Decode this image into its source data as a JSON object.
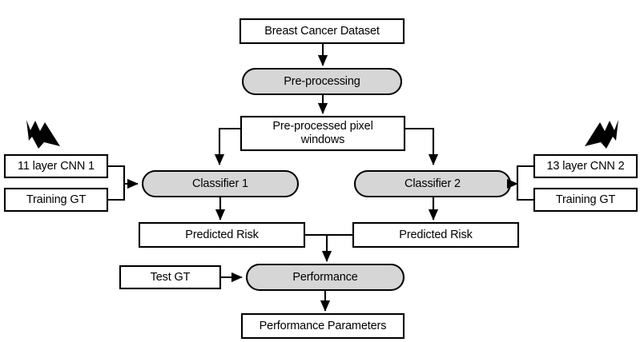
{
  "diagram": {
    "title": "Breast cancer risk prediction CNN pipeline flowchart",
    "colors": {
      "process_fill": "#d6d6d6",
      "box_fill": "#ffffff",
      "stroke": "#000000",
      "background": "#ffffff"
    },
    "nodes": [
      {
        "id": "dataset",
        "label": "Breast Cancer Dataset",
        "shape": "rect",
        "fill": "#ffffff"
      },
      {
        "id": "preprocessing",
        "label": "Pre-processing",
        "shape": "stadium",
        "fill": "#d6d6d6"
      },
      {
        "id": "pixel_windows",
        "label": "Pre-processed pixel\nwindows",
        "shape": "rect",
        "fill": "#ffffff"
      },
      {
        "id": "cnn1",
        "label": "11 layer CNN 1",
        "shape": "rect",
        "fill": "#ffffff"
      },
      {
        "id": "training_gt_1",
        "label": "Training GT",
        "shape": "rect",
        "fill": "#ffffff"
      },
      {
        "id": "cnn2",
        "label": "13 layer CNN 2",
        "shape": "rect",
        "fill": "#ffffff"
      },
      {
        "id": "training_gt_2",
        "label": "Training GT",
        "shape": "rect",
        "fill": "#ffffff"
      },
      {
        "id": "classifier1",
        "label": "Classifier 1",
        "shape": "stadium",
        "fill": "#d6d6d6"
      },
      {
        "id": "classifier2",
        "label": "Classifier 2",
        "shape": "stadium",
        "fill": "#d6d6d6"
      },
      {
        "id": "predicted_risk_1",
        "label": "Predicted Risk",
        "shape": "rect",
        "fill": "#ffffff"
      },
      {
        "id": "predicted_risk_2",
        "label": "Predicted Risk",
        "shape": "rect",
        "fill": "#ffffff"
      },
      {
        "id": "test_gt",
        "label": "Test GT",
        "shape": "rect",
        "fill": "#ffffff"
      },
      {
        "id": "performance",
        "label": "Performance",
        "shape": "stadium",
        "fill": "#d6d6d6"
      },
      {
        "id": "performance_parameters",
        "label": "Performance Parameters",
        "shape": "rect",
        "fill": "#ffffff"
      }
    ],
    "annotations": [
      {
        "id": "pointer-left",
        "name": "cursor-arrow-icon",
        "direction": "down-right"
      },
      {
        "id": "pointer-right",
        "name": "cursor-arrow-icon",
        "direction": "down-left"
      }
    ],
    "edges": [
      {
        "from": "dataset",
        "to": "preprocessing"
      },
      {
        "from": "preprocessing",
        "to": "pixel_windows"
      },
      {
        "from": "pixel_windows",
        "to": "classifier1"
      },
      {
        "from": "pixel_windows",
        "to": "classifier2"
      },
      {
        "from": "cnn1",
        "to": "classifier1"
      },
      {
        "from": "training_gt_1",
        "to": "classifier1"
      },
      {
        "from": "cnn2",
        "to": "classifier2"
      },
      {
        "from": "training_gt_2",
        "to": "classifier2"
      },
      {
        "from": "classifier1",
        "to": "predicted_risk_1"
      },
      {
        "from": "classifier2",
        "to": "predicted_risk_2"
      },
      {
        "from": "predicted_risk_1",
        "to": "performance"
      },
      {
        "from": "predicted_risk_2",
        "to": "performance"
      },
      {
        "from": "test_gt",
        "to": "performance"
      },
      {
        "from": "performance",
        "to": "performance_parameters"
      }
    ]
  }
}
